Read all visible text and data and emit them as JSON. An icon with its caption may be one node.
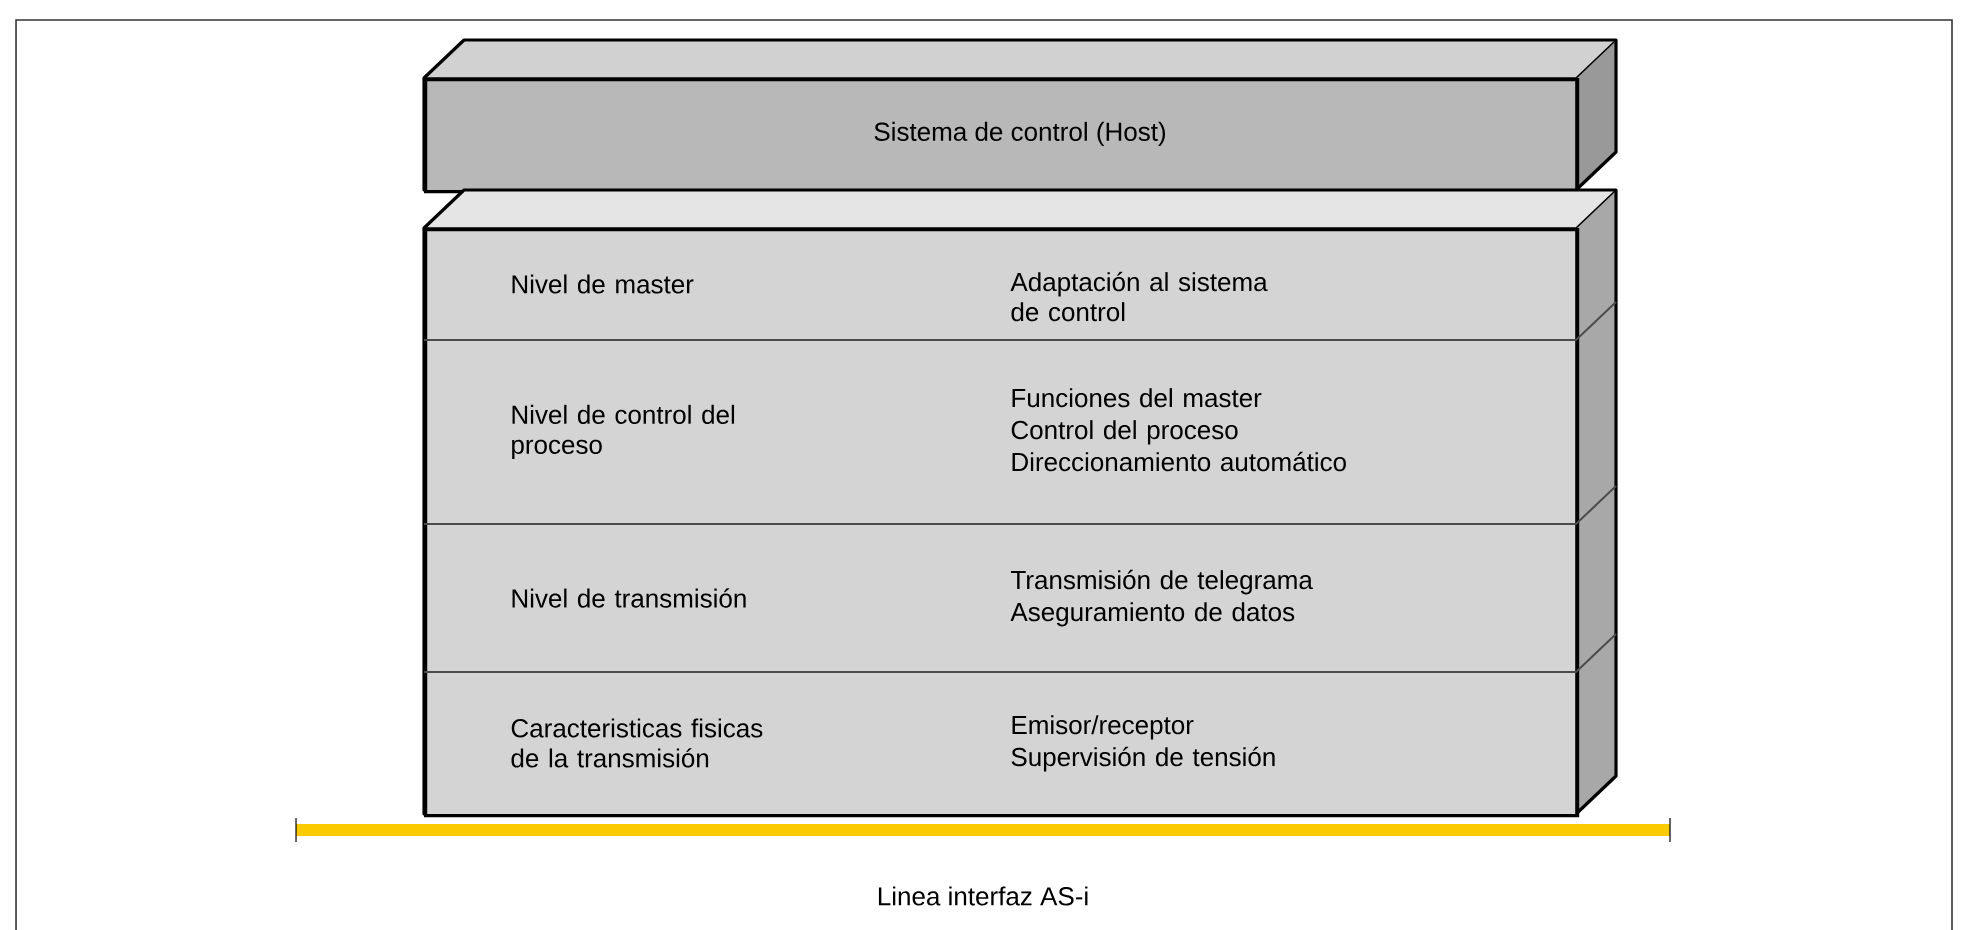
{
  "diagram": {
    "nodes": [
      {
        "text": [
          "Sistema de control (Host)"
        ]
      },
      {
        "text": [],
        "shape": "box"
      },
      {
        "text": [
          "Nivel de master",
          "Adaptación al sistema de control"
        ],
        "in": 1
      },
      {
        "text": [
          "Nivel de control del proceso",
          "Funciones del master",
          "Control del proceso",
          "Direccionamiento automático"
        ],
        "in": 1
      },
      {
        "text": [
          "Nivel de transmisión",
          "Transmisión de telegrama",
          "Aseguramiento de datos"
        ],
        "in": 1
      },
      {
        "text": [
          "Caracteristicas fisicas de la transmisión",
          "Emisor/receptor",
          "Supervisión de tensión"
        ],
        "in": 1
      },
      {
        "text": [
          "Linea interfaz AS-i"
        ]
      }
    ]
  }
}
